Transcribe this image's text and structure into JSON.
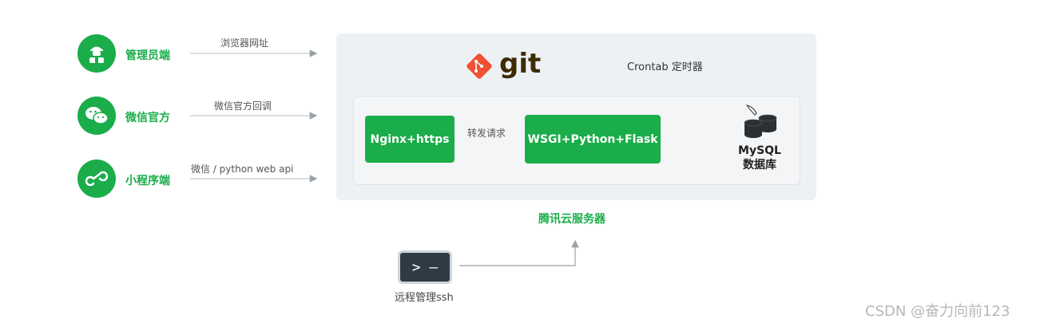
{
  "clients": [
    {
      "label": "管理员端",
      "arrow_label": "浏览器网址",
      "icon": "admin-user-icon"
    },
    {
      "label": "微信官方",
      "arrow_label": "微信官方回调",
      "icon": "wechat-icon"
    },
    {
      "label": "小程序端",
      "arrow_label": "微信 / python web api",
      "icon": "mini-program-icon"
    }
  ],
  "server": {
    "git_text": "git",
    "crontab_label": "Crontab 定时器",
    "nginx_label": "Nginx+https",
    "forward_label": "转发请求",
    "wsgi_label": "WSGI+Python+Flask",
    "db_line1": "MySQL",
    "db_line2": "数据库",
    "name": "腾讯云服务器"
  },
  "terminal": {
    "glyph": ">  –",
    "label": "远程管理ssh"
  },
  "watermark": "CSDN @奋力向前123",
  "colors": {
    "green": "#1aad4a",
    "git_orange": "#f05133",
    "server_bg": "#eef1f4",
    "arrow": "#b0b6bb"
  }
}
